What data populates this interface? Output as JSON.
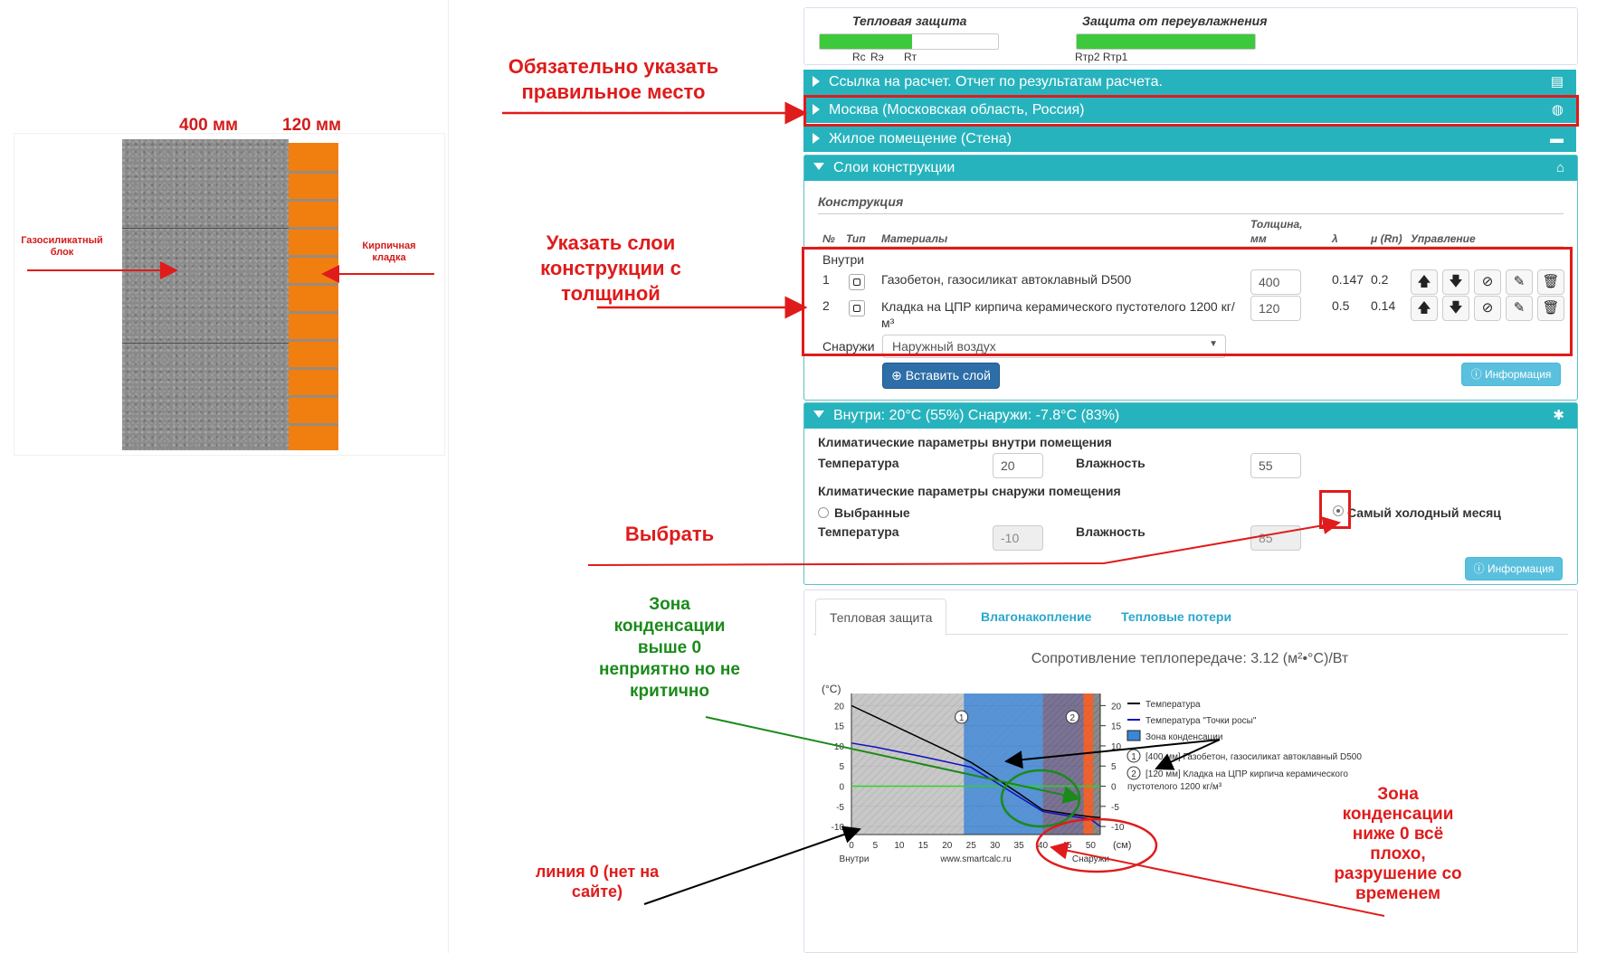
{
  "illustration": {
    "gas_thickness": "400 мм",
    "brick_thickness": "120 мм",
    "gas_label": "Газосиликатный блок",
    "brick_label": "Кирпичная кладка"
  },
  "gauges": {
    "thermal": {
      "title": "Тепловая защита",
      "fill": 0.52,
      "ticks": [
        "Rc",
        "Rэ",
        "Rт"
      ]
    },
    "moisture": {
      "title": "Защита от переувлажнения",
      "fill": 1.0,
      "ticks": [
        "Rтр2 Rтр1"
      ]
    }
  },
  "bars": {
    "report": "Ссылка на расчет. Отчет по результатам расчета.",
    "location": "Москва (Московская область, Россия)",
    "room": "Жилое помещение (Стена)",
    "layers": "Слои конструкции",
    "climate": "Внутри: 20°C (55%) Снаружи: -7.8°C (83%)"
  },
  "construction": {
    "heading": "Конструкция",
    "columns": {
      "no": "№",
      "type": "Тип",
      "materials": "Материалы",
      "thickness": "Толщина, мм",
      "lambda": "λ",
      "mu": "μ (Rn)",
      "control": "Управление"
    },
    "inside_label": "Внутри",
    "layers": [
      {
        "no": "1",
        "material": "Газобетон, газосиликат автоклавный D500",
        "thickness": "400",
        "lambda": "0.147",
        "mu": "0.2"
      },
      {
        "no": "2",
        "material": "Кладка на ЦПР кирпича керамического пустотелого 1200 кг/м³",
        "thickness": "120",
        "lambda": "0.5",
        "mu": "0.14"
      }
    ],
    "outside_label": "Снаружи",
    "outside_value": "Наружный воздух",
    "insert_button": "Вставить слой",
    "info_button": "Информация"
  },
  "climate": {
    "inside_heading": "Климатические параметры внутри помещения",
    "temp_label": "Температура",
    "hum_label": "Влажность",
    "inside_temp": "20",
    "inside_hum": "55",
    "outside_heading": "Климатические параметры снаружи помещения",
    "radio_selected_label": "Выбранные",
    "radio_cold_label": "Самый холодный месяц",
    "outside_temp": "-10",
    "outside_hum": "85",
    "info_button": "Информация"
  },
  "tabs": [
    "Тепловая защита",
    "Влагонакопление",
    "Тепловые потери"
  ],
  "chart_data": {
    "type": "line",
    "title": "Сопротивление теплопередаче: 3.12 (м²•°С)/Вт",
    "ylabel": "(°С)",
    "xlabel": "(см)",
    "x_ticks": [
      0,
      5,
      10,
      15,
      20,
      25,
      30,
      35,
      40,
      45,
      50
    ],
    "y_ticks": [
      20,
      15,
      10,
      5,
      0,
      -5,
      -10
    ],
    "xlim": [
      0,
      52
    ],
    "ylim": [
      -12,
      23
    ],
    "x_left_label": "Внутри",
    "x_right_label": "Снаружи",
    "site": "www.smartcalc.ru",
    "layers": [
      {
        "num": "1",
        "from": 0,
        "to": 40,
        "legend": "[400 мм] Газобетон, газосиликат автоклавный D500"
      },
      {
        "num": "2",
        "from": 40,
        "to": 52,
        "legend": "[120 мм] Кладка на ЦПР кирпича керамического пустотелого 1200 кг/м³"
      }
    ],
    "condensation_zone": [
      23.5,
      40
    ],
    "series": [
      {
        "name": "Температура",
        "color": "#000000",
        "x": [
          0,
          5,
          10,
          15,
          20,
          25,
          30,
          35,
          40,
          45,
          50,
          52
        ],
        "y": [
          20,
          17.2,
          14.4,
          11.6,
          8.8,
          5.9,
          2.1,
          -1.8,
          -5.9,
          -6.8,
          -7.6,
          -7.8
        ]
      },
      {
        "name": "Температура \"Точки росы\"",
        "color": "#1010c0",
        "x": [
          0,
          5,
          10,
          15,
          20,
          25,
          30,
          35,
          40,
          45,
          50,
          52
        ],
        "y": [
          10.7,
          9.7,
          8.5,
          7.3,
          6.0,
          4.7,
          1.1,
          -2.6,
          -6.3,
          -7.3,
          -8.2,
          -10
        ]
      }
    ],
    "legend": {
      "temperature": "Температура",
      "dew": "Температура \"Точки росы\"",
      "zone": "Зона конденсации"
    }
  },
  "annotations": {
    "place": "Обязательно указать правильное место",
    "layers": "Указать слои конструкции с толщиной",
    "choose": "Выбрать",
    "zone_above": "Зона конденсации выше 0 неприятно но не критично",
    "zone_below": "Зона конденсации ниже 0 всё плохо, разрушение со временем",
    "zero_line": "линия 0 (нет на сайте)"
  },
  "colors": {
    "accent": "#27b3bd",
    "annotation": "#e01b1b",
    "green_note": "#1a8a1a"
  }
}
